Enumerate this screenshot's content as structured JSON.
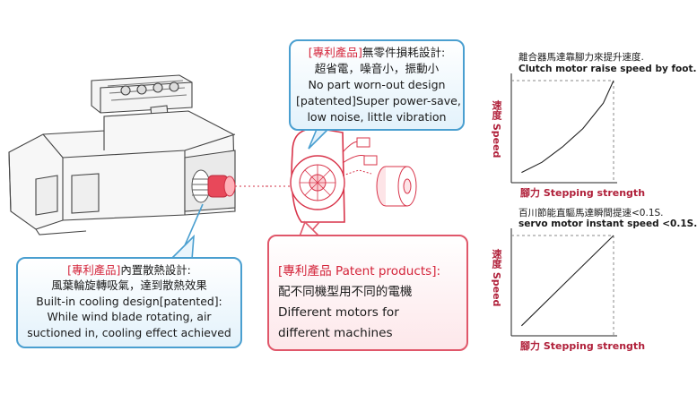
{
  "callout_top": {
    "line1_tag": "[專利產品]",
    "line1_rest": "無零件損耗設計:",
    "line2": "超省電，噪音小，振動小",
    "line3": "No part worn-out design",
    "line4": "[patented]Super power-save,",
    "line5": "low noise, little vibration"
  },
  "callout_left": {
    "line1_tag": "[專利產品]",
    "line1_rest": "內置散熱設計:",
    "line2": "風葉輪旋轉吸氣，達到散熱效果",
    "line3": "Built-in cooling design[patented]:",
    "line4": "While wind blade rotating, air",
    "line5": "suctioned in, cooling effect achieved"
  },
  "callout_right": {
    "line1": "[專利產品 Patent products]:",
    "line2": "配不同機型用不同的電機",
    "line3": "Different motors for",
    "line4": "different machines"
  },
  "chart_data": [
    {
      "type": "line",
      "title": "離合器馬達靠腳力來提升速度.",
      "subtitle": "Clutch motor raise speed by foot.",
      "ylabel": "速度 Speed",
      "xlabel": "腳力 Stepping strength",
      "xlabel_cn": "腳力",
      "xlabel_en": "Stepping strength",
      "ylabel_cn": "速度",
      "ylabel_en": "Speed",
      "x": [
        0.1,
        0.3,
        0.5,
        0.7,
        0.9,
        1.0
      ],
      "y": [
        0.1,
        0.2,
        0.35,
        0.53,
        0.78,
        1.0
      ],
      "xlim": [
        0,
        1
      ],
      "ylim": [
        0,
        1
      ],
      "grid": false
    },
    {
      "type": "line",
      "title": "百川節能直驅馬達瞬間提速<0.1S.",
      "subtitle": "servo motor instant speed <0.1S.",
      "ylabel": "速度 Speed",
      "xlabel": "腳力 Stepping strength",
      "xlabel_cn": "腳力",
      "xlabel_en": "Stepping strength",
      "ylabel_cn": "速度",
      "ylabel_en": "Speed",
      "x": [
        0.1,
        1.0
      ],
      "y": [
        0.1,
        1.0
      ],
      "xlim": [
        0,
        1
      ],
      "ylim": [
        0,
        1
      ],
      "grid": false
    }
  ],
  "colors": {
    "bubble_blue": "#4a9fd0",
    "bubble_red": "#e0576a",
    "accent_red": "#d4243a",
    "motor_red": "#e8485a"
  }
}
